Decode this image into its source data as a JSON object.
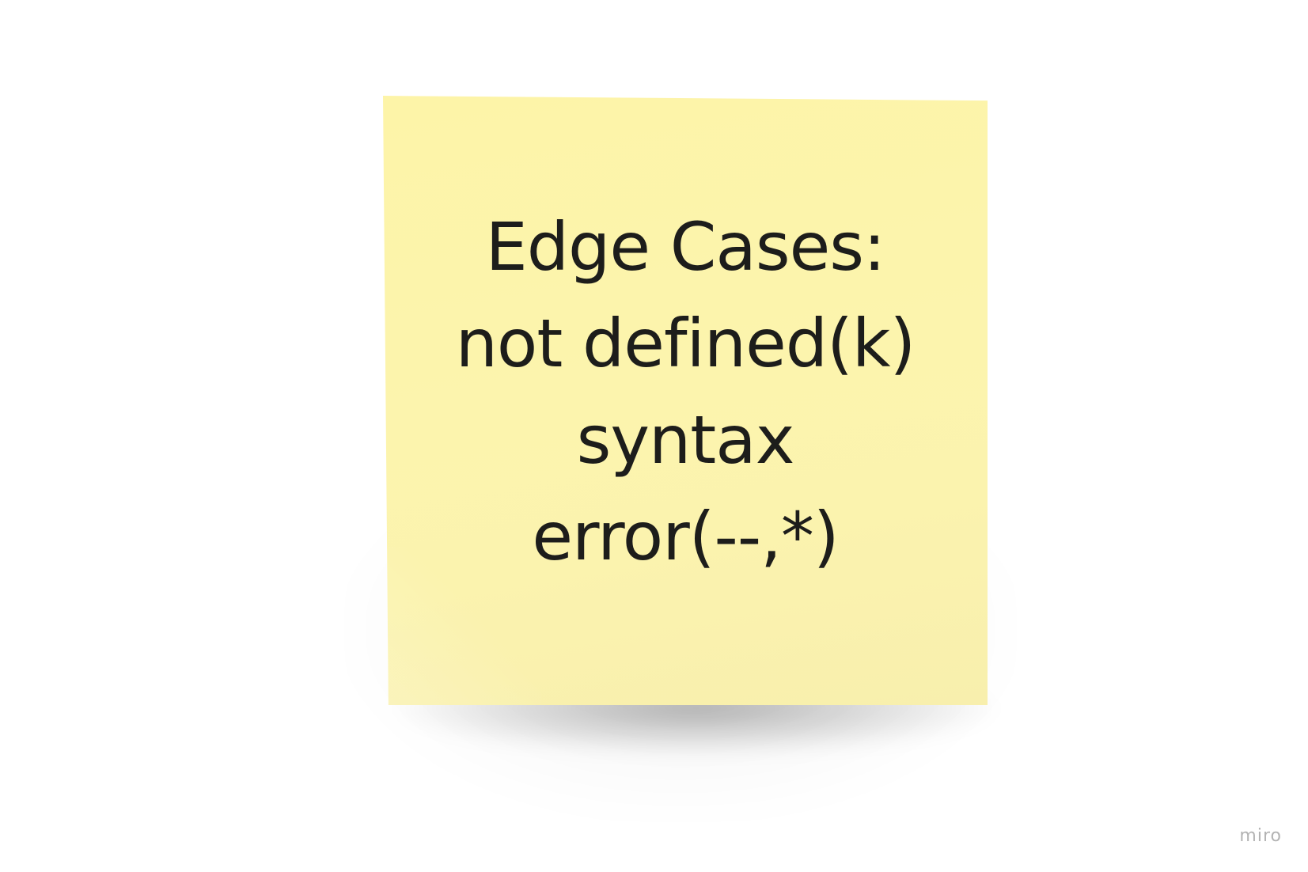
{
  "board": {
    "background_color": "#ffffff"
  },
  "sticky_note": {
    "color": "#fcf4ad",
    "lines": [
      "Edge Cases:",
      "not defined(k)",
      "syntax",
      "error(--,*)"
    ]
  },
  "watermark": {
    "text": "miro"
  }
}
